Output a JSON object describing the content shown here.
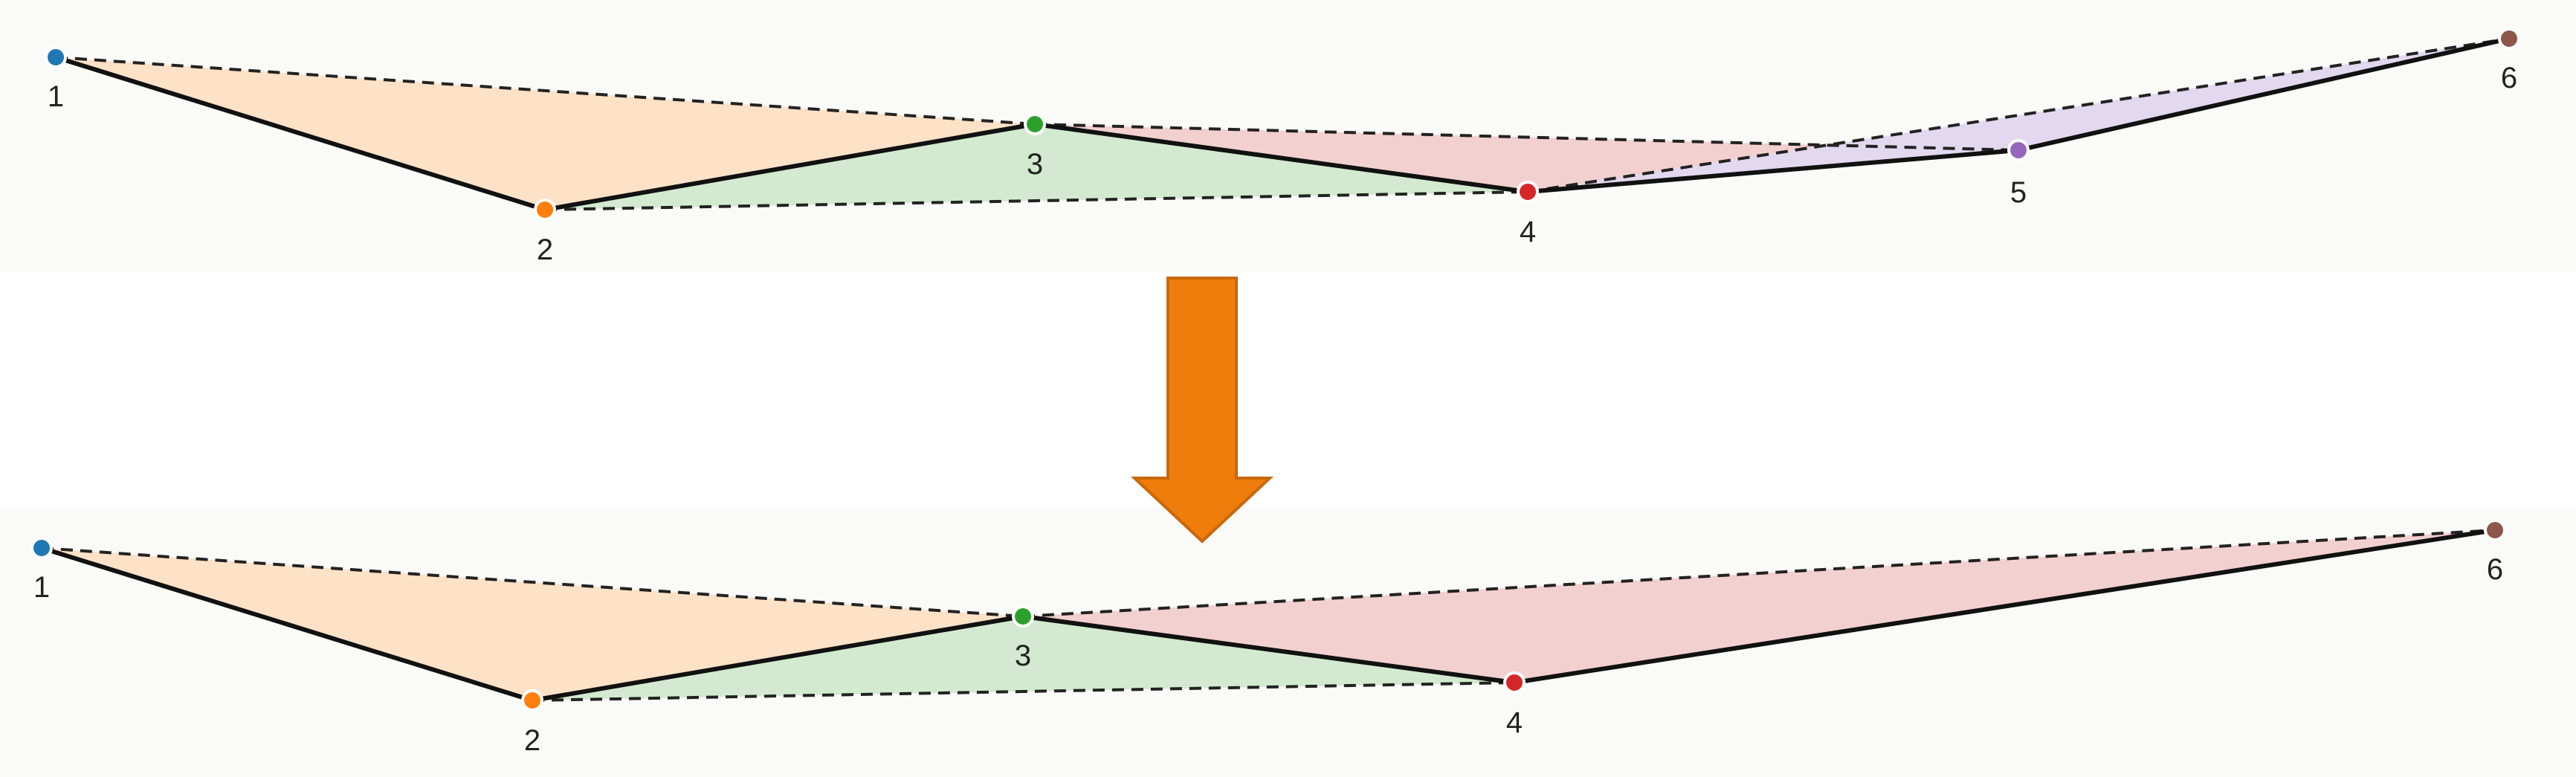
{
  "colors": {
    "point_1": "#1f77b4",
    "point_2": "#ff7f0e",
    "point_3": "#2ca02c",
    "point_4": "#d62728",
    "point_5": "#9467bd",
    "point_6": "#8c564b",
    "fill_1_2_3": "#fde2c8",
    "fill_2_3_4": "#d3ead0",
    "fill_3_4_5": "#f3d0d0",
    "fill_4_5_6": "#e2d8ef",
    "fill_3_4_6": "#f3d0d0",
    "arrow": "#ee7d0c",
    "arrow_outline": "#c9680a"
  },
  "top_diagram": {
    "point_labels": [
      "1",
      "2",
      "3",
      "4",
      "5",
      "6"
    ]
  },
  "bottom_diagram": {
    "point_labels": [
      "1",
      "2",
      "3",
      "4",
      "6"
    ]
  }
}
